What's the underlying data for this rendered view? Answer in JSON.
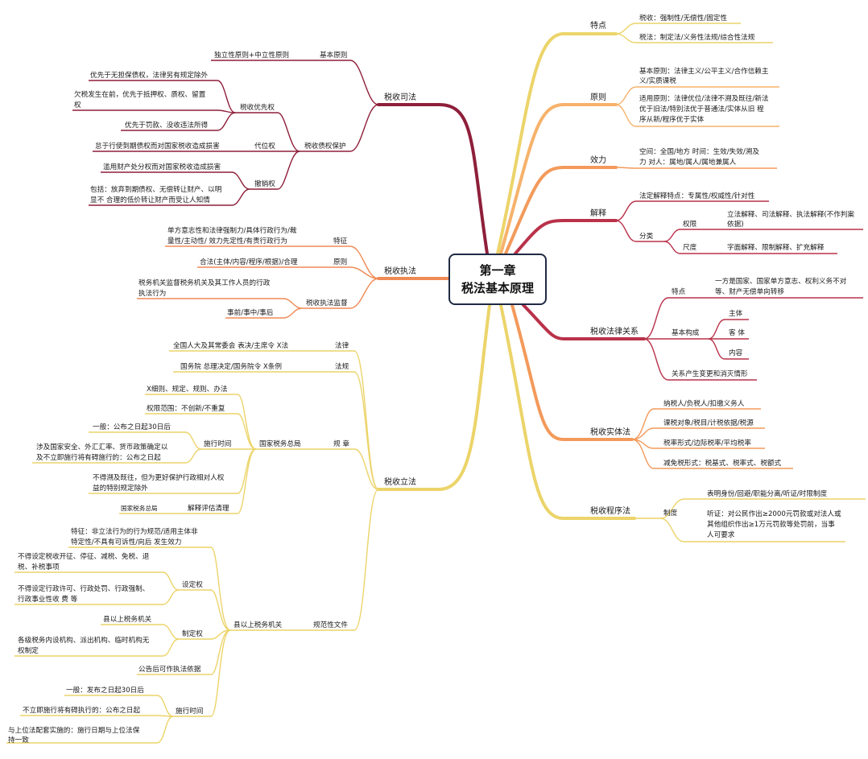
{
  "root": {
    "line1": "第一章",
    "line2": "税法基本原理"
  },
  "colors": {
    "dark_red": "#8e1f3a",
    "orange": "#f08a55",
    "peach": "#f3a77e",
    "yellow": "#ecd46a",
    "border": "#1f2a44"
  },
  "right": {
    "tedian": {
      "label": "特点",
      "items": [
        "税收：强制性/无偿性/固定性",
        "税法：制定法/义务性法规/综合性法规"
      ]
    },
    "yuanze": {
      "label": "原则",
      "items": [
        [
          "基本原则：法律主义/公平主义/合作信赖主",
          "义/实质课税"
        ],
        [
          "适用原则：法律优位/法律不溯及既往/新法",
          "优于旧法/特别法优于普通法/实体从旧 程",
          "序从新/程序优于实体"
        ]
      ]
    },
    "xiaoli": {
      "label": "效力",
      "items": [
        [
          "空间：全国/地方    时间：生效/失效/溯及",
          "力    对人：属地/属人/属地兼属人"
        ]
      ]
    },
    "jieshi": {
      "label": "解释",
      "fixed": "法定解释特点：专属性/权威性/针对性",
      "fenlei": "分类",
      "quanxian": {
        "label": "权限",
        "text": [
          "立法解释、司法解释、执法解释(不作判案",
          "依据)"
        ]
      },
      "chidu": {
        "label": "尺度",
        "text": "字面解释、限制解释、扩充解释"
      }
    },
    "guanxi": {
      "label": "税收法律关系",
      "tedian": "特点",
      "tedian_text": [
        "一方是国家、国家单方意志、权利义务不对",
        "等、财产无偿单向转移"
      ],
      "gouchheng": "基本构成",
      "parts": [
        "主体",
        "客 体",
        "内容"
      ],
      "change": "关系产生变更和消灭情形"
    },
    "shiti": {
      "label": "税收实体法",
      "items": [
        "纳税人/负税人/扣缴义务人",
        "课税对象/税目/计税依据/税源",
        "税率形式/边际税率/平均税率",
        "减免税形式：税基式、税率式、税额式"
      ]
    },
    "chengxu": {
      "label": "税收程序法",
      "zhidu": "制度",
      "items": [
        [
          "表明身份/回避/职能分离/听证/时限制度"
        ],
        [
          "听证：对公民作出≥2000元罚款或对法人或",
          "其他组织作出≥1万元罚款等处罚前，当事",
          "人可要求"
        ]
      ]
    }
  },
  "left": {
    "sifa": {
      "label": "税收司法",
      "jiben": {
        "label": "基本原则",
        "text": "独立性原则+中立性原则"
      },
      "baohu": {
        "label": "税收债权保护",
        "youxian": {
          "label": "税收优先权",
          "items": [
            [
              "优先于无担保债权，法律另有规定除外"
            ],
            [
              "欠税发生在前，优先于抵押权、质权、留置",
              "权"
            ],
            [
              "优先于罚款、没收违法所得"
            ]
          ]
        },
        "daiwei": {
          "label": "代位权",
          "text": "怠于行使到期债权而对国家税收造成损害"
        },
        "chexiao": {
          "label": "撤销权",
          "items": [
            [
              "滥用财产处分权而对国家税收造成损害"
            ],
            [
              "包括：放弃到期债权、无偿转让财产、以明",
              "显不 合理的低价转让财产而受让人知情"
            ]
          ]
        }
      }
    },
    "zhifa": {
      "label": "税收执法",
      "tezheng": {
        "label": "特征",
        "text": [
          "单方意志性和法律强制力/具体行政行为/裁",
          "量性/主动性/ 效力先定性/有责行政行为"
        ]
      },
      "yuanze": {
        "label": "原则",
        "text": "合法(主体/内容/程序/根据)/合理"
      },
      "jiandu": {
        "label": "税收执法监督",
        "items": [
          [
            "税务机关监督税务机关及其工作人员的行政",
            "执法行为"
          ],
          [
            "事前/事中/事后"
          ]
        ]
      }
    },
    "lifa": {
      "label": "税收立法",
      "falv": {
        "label": "法律",
        "text": "全国人大及其常委会      表决/主席令    X法"
      },
      "fagui": {
        "label": "法规",
        "text": "国务院      总理决定/国务院令          X条例"
      },
      "guizhang": {
        "label": "规 章",
        "zongju": {
          "label": "国家税务总局",
          "items": [
            "X细则、规定、规则、办法",
            "权限范围：不创新/不重复"
          ],
          "shixing": {
            "label": "施行时间",
            "items": [
              [
                "一般：公布之日起30日后"
              ],
              [
                "涉及国家安全、外汇汇率、货币政策确定以",
                "及不立即施行将有碍施行的：公布之日起"
              ],
              [
                "不得溯及既往，但为更好保护行政相对人权",
                "益的特别规定除外"
              ]
            ]
          },
          "jieshi": {
            "label": "解释评估清理",
            "text": "国家税务总局"
          }
        }
      },
      "guifan": {
        "label": "规范性文件",
        "xianyi": {
          "label": "县以上税务机关",
          "tezheng": [
            "特征：非立法行为的行为规范/适用主体非",
            "特定性/不具有可诉性/向后 发生效力"
          ],
          "sheding": {
            "label": "设定权",
            "items": [
              [
                "不得设定税收开征、停征、减税、免税、退",
                "税、补税事项"
              ],
              [
                "不得设定行政许可、行政处罚、行政强制、",
                "行政事业性收 费  等"
              ]
            ]
          },
          "zhiding": {
            "label": "制定权",
            "items": [
              [
                "县以上税务机关"
              ],
              [
                "各级税务内设机构、派出机构、临时机构无",
                "权制定"
              ]
            ]
          },
          "gonggao": "公告后可作执法依据",
          "shixing": {
            "label": "施行时间",
            "items": [
              [
                "一般：发布之日起30日后"
              ],
              [
                "不立即施行将有碍执行的：公布之日起"
              ],
              [
                "与上位法配套实施的：施行日期与上位法保",
                "持一致"
              ]
            ]
          }
        }
      }
    }
  }
}
